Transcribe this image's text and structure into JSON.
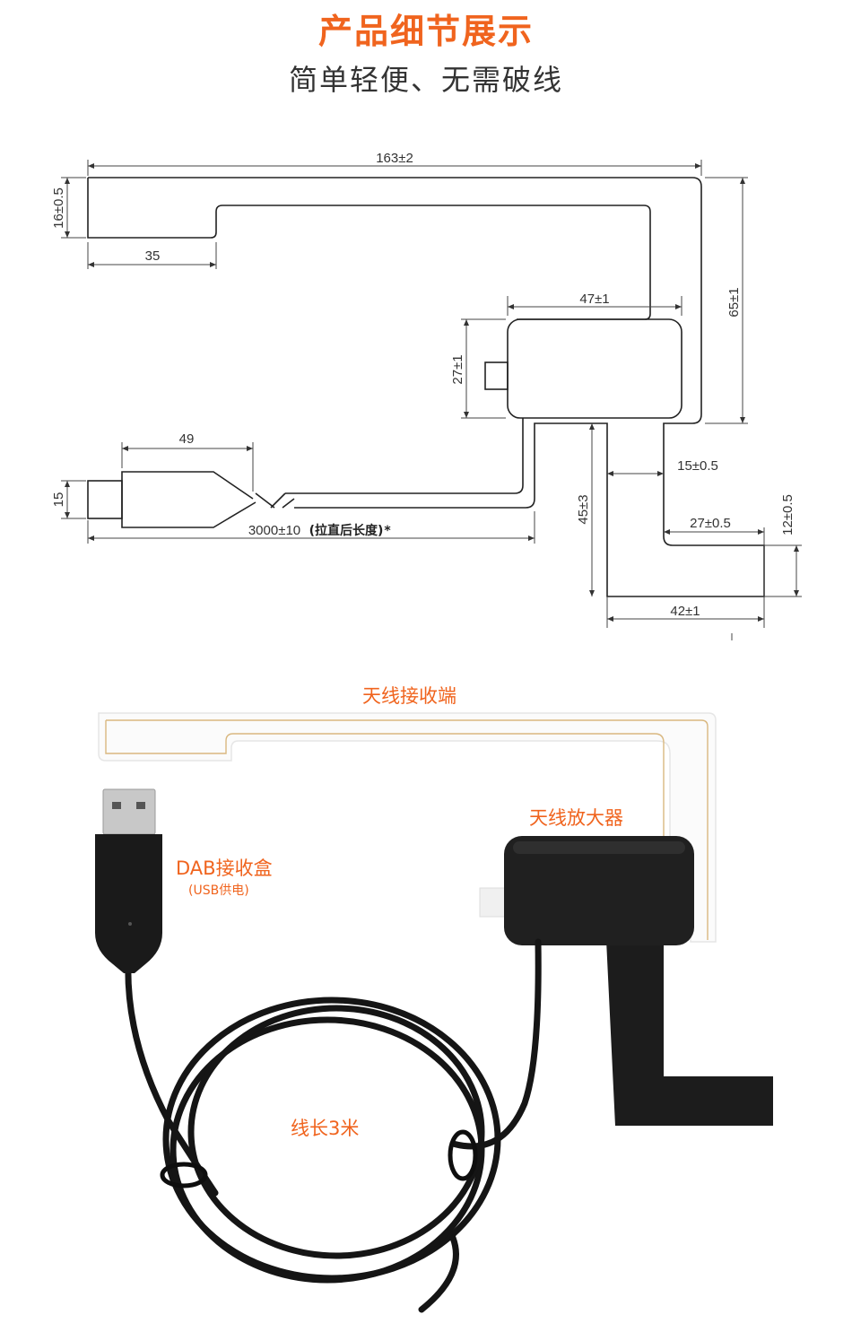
{
  "header": {
    "title": "产品细节展示",
    "subtitle": "简单轻便、无需破线"
  },
  "drawing": {
    "dim_width_total": "163±2",
    "dim_strip_height": "16±0.5",
    "dim_strip_left": "35",
    "dim_box_width": "47±1",
    "dim_box_height": "27±1",
    "dim_total_height": "65±1",
    "dim_plug_length": "49",
    "dim_plug_height": "15",
    "dim_cable_length": "3000±10",
    "dim_cable_note": "(拉直后长度)",
    "dim_cable_mark": "*",
    "dim_tail_height": "45±3",
    "dim_tail_offset": "15±0.5",
    "dim_tail_inner": "27±0.5",
    "dim_tail_thickness": "12±0.5",
    "dim_tail_width": "42±1"
  },
  "photo": {
    "label_receiver_end": "天线接收端",
    "label_amplifier": "天线放大器",
    "label_dab_box": "DAB接收盒",
    "label_dab_power": "(USB供电)",
    "label_cable_length": "线长3米"
  },
  "colors": {
    "accent": "#f0641e",
    "text": "#333333",
    "line": "#222222"
  }
}
